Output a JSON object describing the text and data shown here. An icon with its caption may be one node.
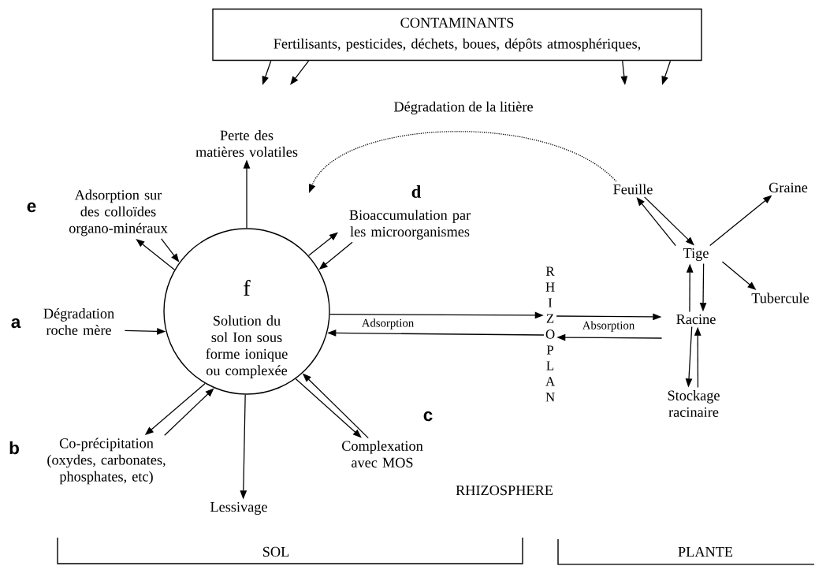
{
  "diagram": {
    "nodes": [
      {
        "text": [
          "CONTAMINANTS",
          "Fertilisants, pesticides, déchets, boues, dépôts atmosphériques,"
        ]
      },
      {
        "text": [
          "Perte des matières volatiles"
        ]
      },
      {
        "text": [
          "Adsorption sur des colloïdes organo-minéraux"
        ],
        "beside": [
          "e"
        ]
      },
      {
        "text": [
          "Bioaccumulation par les microorganismes"
        ],
        "beside": [
          "d"
        ]
      },
      {
        "text": [
          "f",
          "Solution du sol Ion sous forme ionique ou complexée"
        ]
      },
      {
        "text": [
          "Dégradation roche mère"
        ],
        "beside": [
          "a"
        ]
      },
      {
        "text": [
          "Co-précipitation (oxydes, carbonates, phosphates, etc)"
        ],
        "beside": [
          "b"
        ]
      },
      {
        "text": [
          "Complexation avec MOS"
        ],
        "beside": [
          "c"
        ]
      },
      {
        "text": [
          "Lessivage"
        ]
      },
      {
        "text": [
          "R H I Z O P L A N"
        ]
      },
      {
        "text": [
          "Feuille"
        ]
      },
      {
        "text": [
          "Graine"
        ]
      },
      {
        "text": [
          "Tige"
        ]
      },
      {
        "text": [
          "Tubercule"
        ]
      },
      {
        "text": [
          "Racine"
        ]
      },
      {
        "text": [
          "Stockage racinaire"
        ]
      }
    ],
    "edges": [
      {
        "from": 0,
        "to": null,
        "arrow": "to"
      },
      {
        "from": 0,
        "to": null,
        "arrow": "to"
      },
      {
        "from": 0,
        "to": null,
        "arrow": "to"
      },
      {
        "from": 0,
        "to": null,
        "arrow": "to"
      },
      {
        "from": 10,
        "to": null,
        "arrow": "to",
        "style": "dashed",
        "label": "Dégradation de la litière"
      },
      {
        "from": 4,
        "to": 1,
        "arrow": "to"
      },
      {
        "from": 4,
        "to": 2,
        "arrow": "to"
      },
      {
        "from": 2,
        "to": 4,
        "arrow": "to"
      },
      {
        "from": 4,
        "to": 3,
        "arrow": "to"
      },
      {
        "from": 3,
        "to": 4,
        "arrow": "to"
      },
      {
        "from": 5,
        "to": 4,
        "arrow": "to"
      },
      {
        "from": 4,
        "to": 6,
        "arrow": "to"
      },
      {
        "from": 6,
        "to": 4,
        "arrow": "to"
      },
      {
        "from": 4,
        "to": 7,
        "arrow": "to"
      },
      {
        "from": 7,
        "to": 4,
        "arrow": "to"
      },
      {
        "from": 4,
        "to": 8,
        "arrow": "to"
      },
      {
        "from": 4,
        "to": 9,
        "arrow": "to",
        "label": "Adsorption"
      },
      {
        "from": 9,
        "to": 4,
        "arrow": "to"
      },
      {
        "from": 9,
        "to": 14,
        "arrow": "to",
        "label": "Absorption"
      },
      {
        "from": 14,
        "to": 9,
        "arrow": "to"
      },
      {
        "from": 12,
        "to": 10,
        "arrow": "to"
      },
      {
        "from": 10,
        "to": 12,
        "arrow": "to"
      },
      {
        "from": 12,
        "to": 11,
        "arrow": "to"
      },
      {
        "from": 12,
        "to": 13,
        "arrow": "to"
      },
      {
        "from": 14,
        "to": 12,
        "arrow": "to"
      },
      {
        "from": 12,
        "to": 14,
        "arrow": "to"
      },
      {
        "from": 14,
        "to": 15,
        "arrow": "to"
      },
      {
        "from": 15,
        "to": 14,
        "arrow": "to"
      }
    ],
    "labels": [
      "RHIZOSPHERE",
      "SOL",
      "PLANTE"
    ]
  }
}
